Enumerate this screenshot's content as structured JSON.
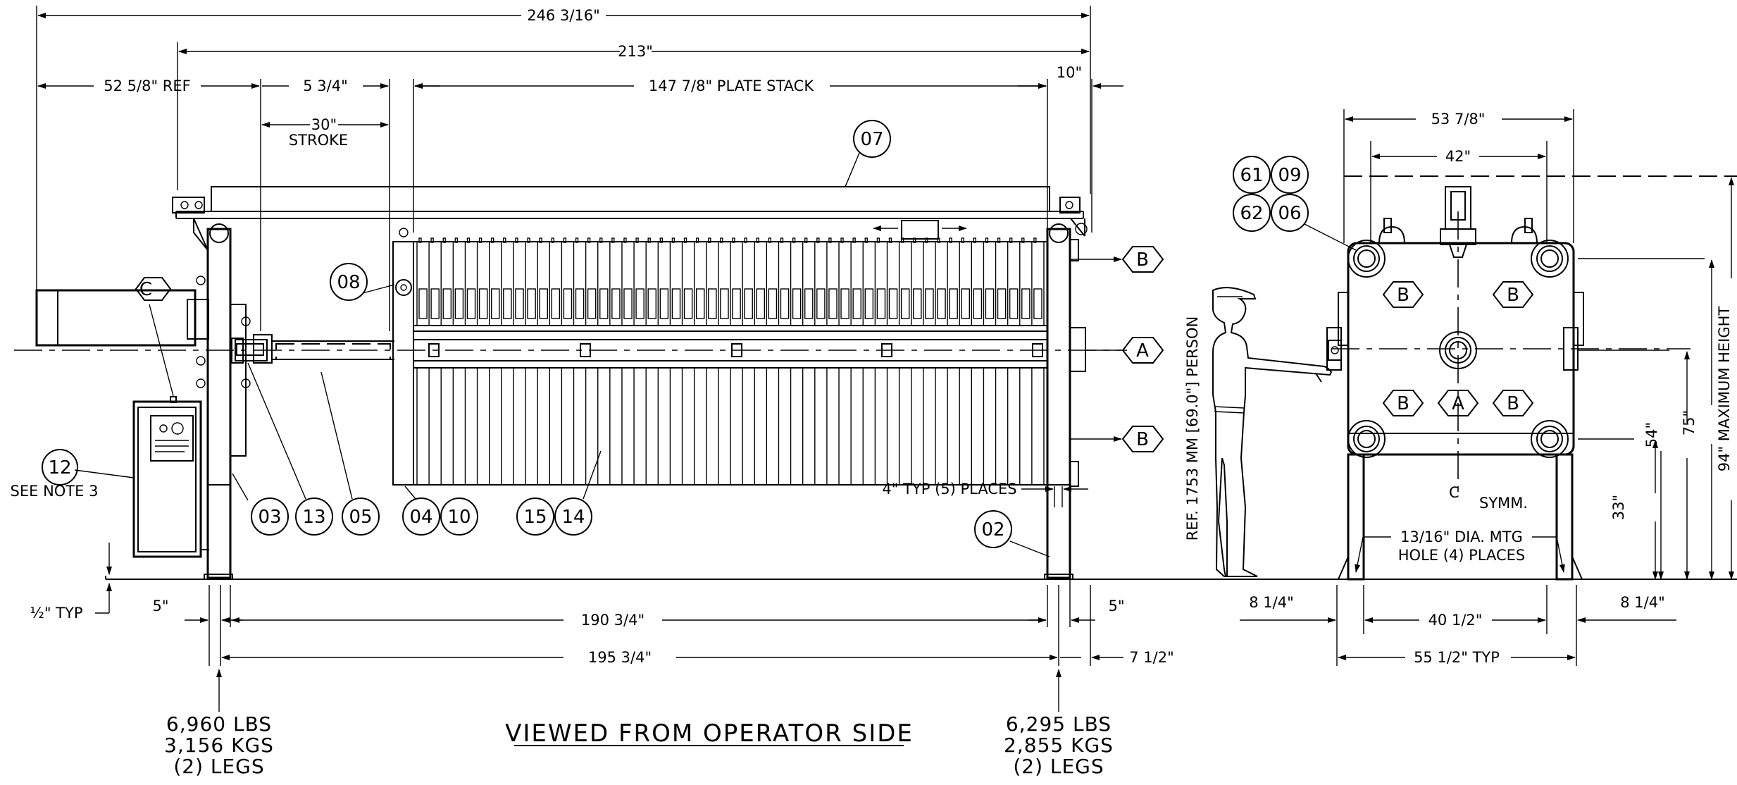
{
  "dims": {
    "overall": "246 3/16\"",
    "frame": "213\"",
    "ref_left": "52 5/8\" REF",
    "d_5_3_4": "5 3/4\"",
    "plate_stack": "147 7/8\" PLATE STACK",
    "d_10": "10\"",
    "stroke_val": "30\"",
    "stroke_word": "STROKE",
    "typ_half": "½\" TYP",
    "d_5_left": "5\"",
    "d_190": "190 3/4\"",
    "d_5_right": "5\"",
    "d_195": "195 3/4\"",
    "d_7_half": "7 1/2\"",
    "typ5": "4\" TYP (5) PLACES",
    "see_note": "SEE NOTE 3",
    "end_53": "53 7/8\"",
    "end_42": "42\"",
    "person": "REF. 1753 MM [69.0\"] PERSON",
    "h94": "94\" MAXIMUM HEIGHT",
    "h75": "75\"",
    "h54": "54\"",
    "h33": "33\"",
    "symm": "SYMM.",
    "mtg1": "13/16\" DIA. MTG",
    "mtg2": "HOLE (4) PLACES",
    "d_8_left": "8 1/4\"",
    "d_40": "40 1/2\"",
    "d_8_right": "8 1/4\"",
    "d_55": "55 1/2\" TYP"
  },
  "weights": {
    "left": [
      "6,960 LBS",
      "3,156 KGS",
      "(2) LEGS"
    ],
    "right": [
      "6,295 LBS",
      "2,855 KGS",
      "(2) LEGS"
    ]
  },
  "title": "VIEWED FROM OPERATOR SIDE",
  "bubbles": {
    "b07": "07",
    "b08": "08",
    "b12": "12",
    "b03": "03",
    "b13": "13",
    "b05": "05",
    "b04": "04",
    "b10": "10",
    "b15": "15",
    "b14": "14",
    "b02": "02",
    "b61": "61",
    "b09": "09",
    "b62": "62",
    "b06": "06"
  },
  "hex_tags": {
    "c": "C",
    "b_top": "B",
    "a_mid": "A",
    "b_bot": "B",
    "e_b1": "B",
    "e_b2": "B",
    "e_b3": "B",
    "e_a": "A",
    "e_b4": "B"
  }
}
